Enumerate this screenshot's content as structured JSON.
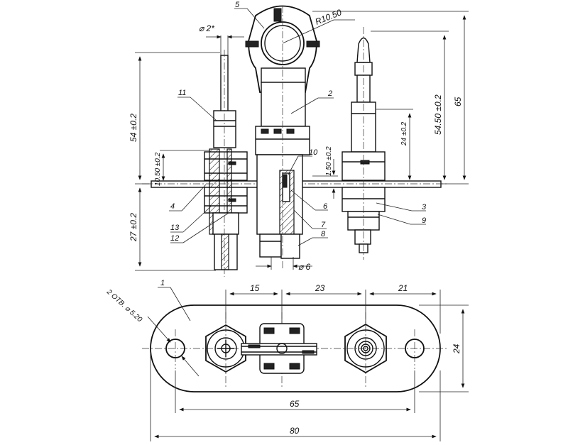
{
  "labels": {
    "l1": "1",
    "l2": "2",
    "l3": "3",
    "l4": "4",
    "l5": "5",
    "l6": "6",
    "l7": "7",
    "l8": "8",
    "l9": "9",
    "l10": "10",
    "l11": "11",
    "l12": "12",
    "l13": "13"
  },
  "dims": {
    "d_2": "⌀ 2*",
    "r_1050": "R10.50",
    "d_54": "54 ±0.2",
    "d_1050": "10.50 ±0.2",
    "d_27": "27 ±0.2",
    "d_150": "1.50 ±0.2",
    "d_24s": "24 ±0.2",
    "d_5450": "54.50 ±0.2",
    "d_65v": "65",
    "d_6": "⌀ 6",
    "d_holes": "2 ОТВ. ⌀ 5.20",
    "d_15": "15",
    "d_23": "23",
    "d_21": "21",
    "d_24": "24",
    "d_65h": "65",
    "d_80": "80"
  }
}
